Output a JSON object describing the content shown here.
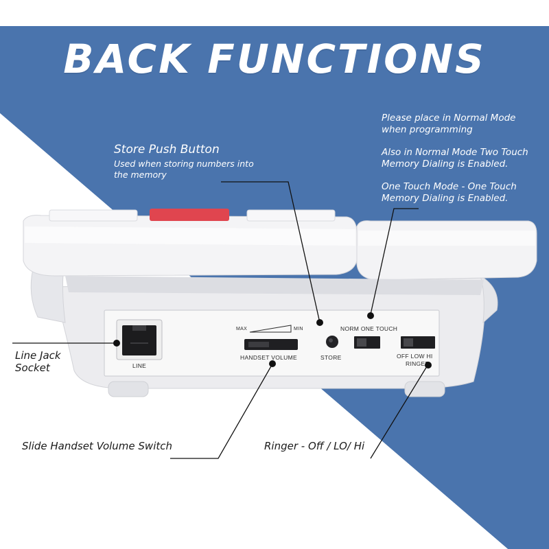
{
  "title": "BACK FUNCTIONS",
  "colors": {
    "blue": "#4a74ad",
    "white": "#ffffff",
    "phone_body": "#f1f1f3",
    "phone_shadow": "#d8d9de",
    "panel": "#f7f7f7",
    "red_key": "#e0454f",
    "leader": "#111111"
  },
  "notes": {
    "normal_mode": [
      "Please place in Normal Mode",
      "when programming"
    ],
    "two_touch": [
      "Also in Normal Mode Two Touch",
      "Memory Dialing is Enabled."
    ],
    "one_touch": [
      "One Touch Mode - One Touch",
      "Memory Dialing is Enabled."
    ]
  },
  "callouts": {
    "store_heading": "Store Push Button",
    "store_desc": [
      "Used when storing numbers into",
      "the memory"
    ],
    "line_jack": [
      "Line Jack",
      "Socket"
    ],
    "volume_switch": "Slide Handset Volume Switch",
    "ringer": "Ringer - Off / LO/ Hi"
  },
  "panel_labels": {
    "line": "LINE",
    "max": "MAX",
    "min": "MIN",
    "handset_volume": "HANDSET  VOLUME",
    "store": "STORE",
    "norm_one_touch": "NORM   ONE  TOUCH",
    "off_low_hi": "OFF  LOW   HI",
    "ringer": "RINGER"
  },
  "icons": [
    "rj11-jack-icon",
    "store-button-icon",
    "volume-slider-icon",
    "mode-switch-icon",
    "ringer-switch-icon"
  ]
}
